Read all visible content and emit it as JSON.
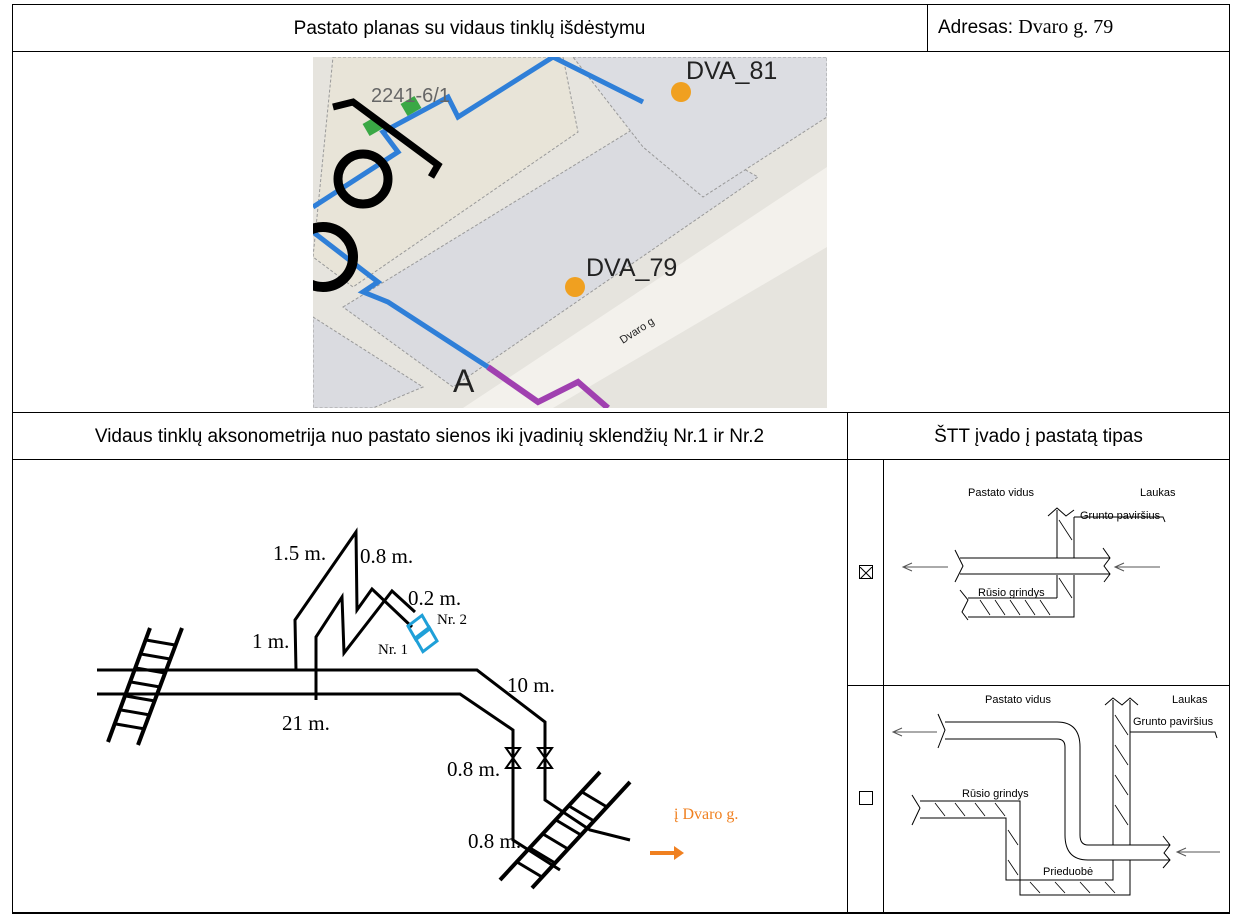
{
  "header": {
    "title": "Pastato planas su vidaus tinklų išdėstymu",
    "address_label": "Adresas:",
    "address_value": "Dvaro g. 79"
  },
  "map": {
    "labels": {
      "building_81": "DVA_81",
      "building_79": "DVA_79",
      "node": "2241-6/1",
      "point": "A",
      "street": "Dvaro g"
    },
    "colors": {
      "water_pipe": "#2f7fd8",
      "inlet_pipe": "#a040b0",
      "marker": "#f0a020",
      "node": "#3aa845"
    }
  },
  "section": {
    "axonometry_title": "Vidaus tinklų aksonometrija nuo pastato sienos iki įvadinių sklendžių Nr.1 ir Nr.2",
    "inlet_type_title": "ŠTT įvado į pastatą tipas"
  },
  "axonometry": {
    "labels": {
      "l_1_5": "1.5 m.",
      "l_0_8_top": "0.8 m.",
      "l_0_2": "0.2 m.",
      "valve_2": "Nr. 2",
      "valve_1": "Nr. 1",
      "l_1": "1 m.",
      "l_21": "21 m.",
      "l_10": "10 m.",
      "l_0_8_mid": "0.8 m.",
      "l_0_8_low": "0.8 m.",
      "direction": "į Dvaro g."
    },
    "colors": {
      "valve": "#1fa0d8",
      "direction": "#f08020"
    }
  },
  "inlet_types": [
    {
      "checked": true,
      "inside": "Pastato vidus",
      "outside": "Laukas",
      "ground": "Grunto paviršius",
      "floor": "Rūsio grindys"
    },
    {
      "checked": false,
      "inside": "Pastato vidus",
      "outside": "Laukas",
      "ground": "Grunto paviršius",
      "floor": "Rūsio grindys",
      "pit": "Prieduobė"
    }
  ]
}
